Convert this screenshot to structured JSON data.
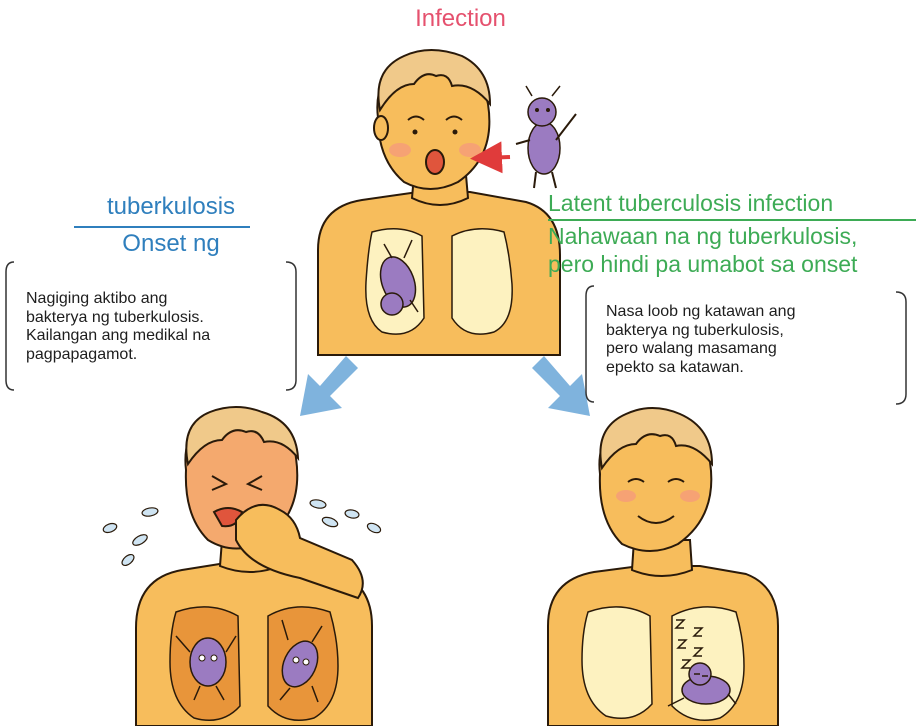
{
  "diagram": {
    "title": "Infection",
    "onset": {
      "line1": "tuberkulosis",
      "line2": "Onset ng"
    },
    "latent": {
      "heading": "Latent tuberculosis infection",
      "line1": "Nahawaan na ng tuberkulosis,",
      "line2": "pero hindi pa umabot sa onset"
    },
    "onset_note": {
      "lines": [
        "Nagiging aktibo ang",
        "bakterya ng tuberkulosis.",
        "Kailangan ang medikal na",
        "pagpapagamot."
      ]
    },
    "latent_note": {
      "lines": [
        "Nasa loob ng katawan ang",
        "bakterya ng tuberkulosis,",
        "pero walang masamang",
        "epekto sa katawan."
      ]
    }
  },
  "colors": {
    "title": "#e5516e",
    "onset": "#2f7fbd",
    "latent": "#3dab55",
    "skin": "#f7bd5c",
    "lung": "#fdf2c0",
    "lung_active": "#e8953a",
    "bacteria": "#9b7bc1",
    "arrow": "#7fb3dd",
    "infection_arrow": "#e03b3b"
  }
}
